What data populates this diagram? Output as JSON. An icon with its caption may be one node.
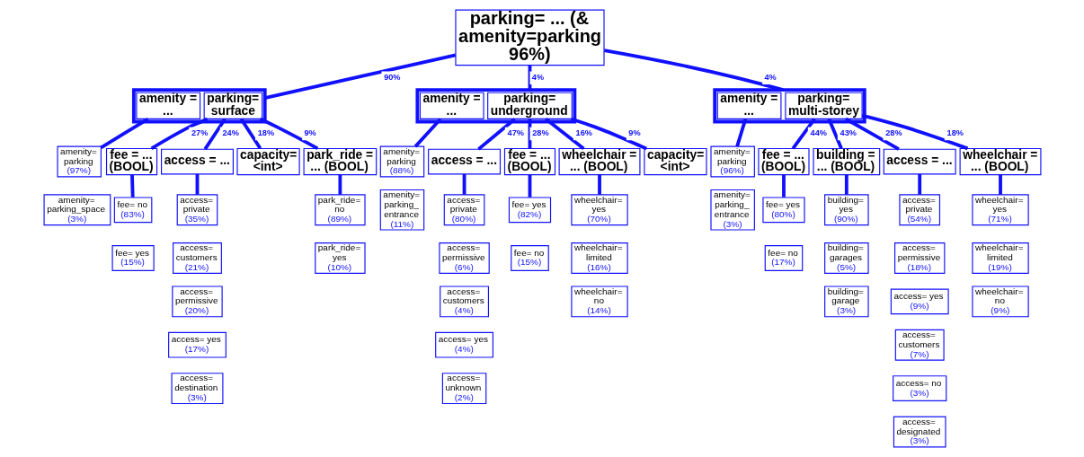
{
  "diagram": {
    "nodes": [
      {
        "text": [
          "parking= ... (& amenity=parking 96%)"
        ]
      },
      {
        "text": [],
        "shape": "box"
      },
      {
        "text": [
          "amenity = ..."
        ],
        "in": 1
      },
      {
        "text": [
          "parking= surface"
        ],
        "in": 1
      },
      {
        "text": [
          "amenity= parking",
          "(97%)"
        ]
      },
      {
        "text": [
          "amenity= parking_space",
          "(3%)"
        ]
      },
      {
        "text": [
          "fee = ... (BOOL)"
        ]
      },
      {
        "text": [
          "fee= no",
          "(83%)"
        ]
      },
      {
        "text": [
          "fee= yes",
          "(15%)"
        ]
      },
      {
        "text": [
          "access = ..."
        ]
      },
      {
        "text": [
          "access= private",
          "(35%)"
        ]
      },
      {
        "text": [
          "access= customers",
          "(21%)"
        ]
      },
      {
        "text": [
          "access= permissive",
          "(20%)"
        ]
      },
      {
        "text": [
          "access= yes",
          "(17%)"
        ]
      },
      {
        "text": [
          "access= destination",
          "(3%)"
        ]
      },
      {
        "text": [
          "capacity= <int>"
        ]
      },
      {
        "text": [
          "park_ride = ... (BOOL)"
        ]
      },
      {
        "text": [
          "park_ride= no",
          "(89%)"
        ]
      },
      {
        "text": [
          "park_ride= yes",
          "(10%)"
        ]
      },
      {
        "text": [],
        "shape": "box"
      },
      {
        "text": [
          "amenity = ..."
        ],
        "in": 19
      },
      {
        "text": [
          "parking= underground"
        ],
        "in": 19
      },
      {
        "text": [
          "amenity= parking",
          "(88%)"
        ]
      },
      {
        "text": [
          "amenity= parking_ entrance",
          "(11%)"
        ]
      },
      {
        "text": [
          "access = ..."
        ]
      },
      {
        "text": [
          "access= private",
          "(80%)"
        ]
      },
      {
        "text": [
          "access= permissive",
          "(6%)"
        ]
      },
      {
        "text": [
          "access= customers",
          "(4%)"
        ]
      },
      {
        "text": [
          "access= yes",
          "(4%)"
        ]
      },
      {
        "text": [
          "access= unknown",
          "(2%)"
        ]
      },
      {
        "text": [
          "fee = ... (BOOL)"
        ]
      },
      {
        "text": [
          "fee= yes",
          "(82%)"
        ]
      },
      {
        "text": [
          "fee= no",
          "(15%)"
        ]
      },
      {
        "text": [
          "wheelchair = ... (BOOL)"
        ]
      },
      {
        "text": [
          "wheelchair= yes",
          "(70%)"
        ]
      },
      {
        "text": [
          "wheelchair= limited",
          "(16%)"
        ]
      },
      {
        "text": [
          "wheelchair= no",
          "(14%)"
        ]
      },
      {
        "text": [
          "capacity= <int>"
        ]
      },
      {
        "text": [],
        "shape": "box"
      },
      {
        "text": [
          "amenity = ..."
        ],
        "in": 38
      },
      {
        "text": [
          "parking= multi-storey"
        ],
        "in": 38
      },
      {
        "text": [
          "amenity= parking",
          "(96%)"
        ]
      },
      {
        "text": [
          "amenity= parking_ entrance",
          "(3%)"
        ]
      },
      {
        "text": [
          "fee = ... (BOOL)"
        ]
      },
      {
        "text": [
          "fee= yes",
          "(80%)"
        ]
      },
      {
        "text": [
          "fee= no",
          "(17%)"
        ]
      },
      {
        "text": [
          "building = ... (BOOL)"
        ]
      },
      {
        "text": [
          "building= yes",
          "(90%)"
        ]
      },
      {
        "text": [
          "building= garages",
          "(5%)"
        ]
      },
      {
        "text": [
          "building= garage",
          "(3%)"
        ]
      },
      {
        "text": [
          "access = ..."
        ]
      },
      {
        "text": [
          "access= private",
          "(54%)"
        ]
      },
      {
        "text": [
          "access= permissive",
          "(18%)"
        ]
      },
      {
        "text": [
          "access= yes",
          "(9%)"
        ]
      },
      {
        "text": [
          "access= customers",
          "(7%)"
        ]
      },
      {
        "text": [
          "access= no",
          "(3%)"
        ]
      },
      {
        "text": [
          "access= designated",
          "(3%)"
        ]
      },
      {
        "text": [
          "wheelchair = ... (BOOL)"
        ]
      },
      {
        "text": [
          "wheelchair= yes",
          "(71%)"
        ]
      },
      {
        "text": [
          "wheelchair= limited",
          "(19%)"
        ]
      },
      {
        "text": [
          "wheelchair= no",
          "(9%)"
        ]
      }
    ],
    "edges": [
      {
        "from": 0,
        "to": 1,
        "arrow": "none",
        "label": "90%"
      },
      {
        "from": 0,
        "to": 19,
        "arrow": "none",
        "label": "4%"
      },
      {
        "from": 0,
        "to": 38,
        "arrow": "none",
        "label": "4%"
      },
      {
        "from": 2,
        "to": 4,
        "arrow": "none"
      },
      {
        "from": 3,
        "to": 6,
        "arrow": "none",
        "label": "27%"
      },
      {
        "from": 3,
        "to": 9,
        "arrow": "none",
        "label": "24%"
      },
      {
        "from": 3,
        "to": 15,
        "arrow": "none",
        "label": "18%"
      },
      {
        "from": 3,
        "to": 16,
        "arrow": "none",
        "label": "9%"
      },
      {
        "from": 6,
        "to": 7,
        "arrow": "none"
      },
      {
        "from": 9,
        "to": 10,
        "arrow": "none"
      },
      {
        "from": 16,
        "to": 17,
        "arrow": "none"
      },
      {
        "from": 20,
        "to": 22,
        "arrow": "none"
      },
      {
        "from": 21,
        "to": 24,
        "arrow": "none",
        "label": "47%"
      },
      {
        "from": 21,
        "to": 30,
        "arrow": "none",
        "label": "28%"
      },
      {
        "from": 21,
        "to": 33,
        "arrow": "none",
        "label": "16%"
      },
      {
        "from": 21,
        "to": 37,
        "arrow": "none",
        "label": "9%"
      },
      {
        "from": 24,
        "to": 25,
        "arrow": "none"
      },
      {
        "from": 30,
        "to": 31,
        "arrow": "none"
      },
      {
        "from": 33,
        "to": 34,
        "arrow": "none"
      },
      {
        "from": 39,
        "to": 41,
        "arrow": "none"
      },
      {
        "from": 40,
        "to": 43,
        "arrow": "none",
        "label": "44%"
      },
      {
        "from": 40,
        "to": 46,
        "arrow": "none",
        "label": "43%"
      },
      {
        "from": 40,
        "to": 50,
        "arrow": "none",
        "label": "28%"
      },
      {
        "from": 40,
        "to": 57,
        "arrow": "none",
        "label": "18%"
      },
      {
        "from": 43,
        "to": 44,
        "arrow": "none"
      },
      {
        "from": 46,
        "to": 47,
        "arrow": "none"
      },
      {
        "from": 50,
        "to": 51,
        "arrow": "none"
      },
      {
        "from": 57,
        "to": 58,
        "arrow": "none"
      }
    ]
  }
}
